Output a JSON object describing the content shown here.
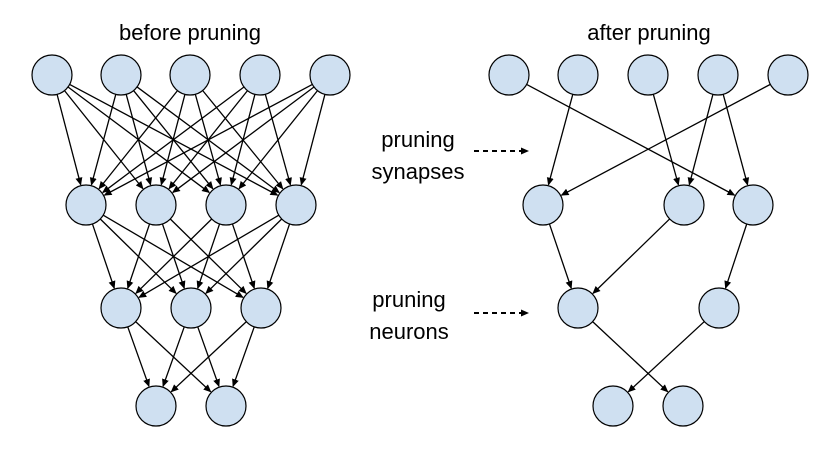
{
  "left_panel": {
    "title": "before pruning",
    "layers": [
      5,
      4,
      3,
      2
    ]
  },
  "right_panel": {
    "title": "after pruning",
    "layers": [
      5,
      3,
      2,
      2
    ]
  },
  "annotations": {
    "synapses": {
      "line1": "pruning",
      "line2": "synapses"
    },
    "neurons": {
      "line1": "pruning",
      "line2": "neurons"
    }
  },
  "colors": {
    "node_fill": "#cfe0f1",
    "node_stroke": "#000000",
    "edge": "#000000"
  }
}
